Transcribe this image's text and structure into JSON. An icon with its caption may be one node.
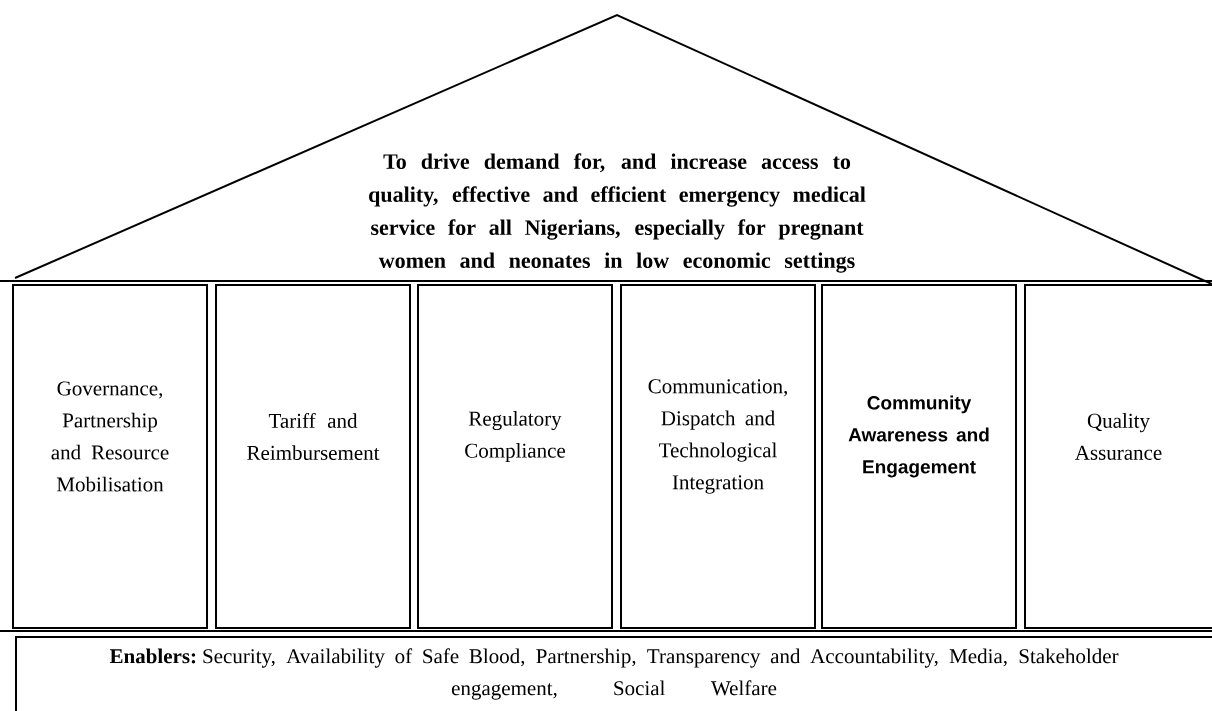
{
  "diagram": {
    "nodes": [
      {
        "text": [
          "To drive demand for, and increase access to quality, effective and efficient emergency medical service for all Nigerians, especially for pregnant women and neonates in low economic settings"
        ]
      },
      {
        "text": [
          "Governance, Partnership and Resource Mobilisation"
        ]
      },
      {
        "text": [
          "Tariff and Reimbursement"
        ]
      },
      {
        "text": [
          "Regulatory Compliance"
        ]
      },
      {
        "text": [
          "Communication, Dispatch and Technological Integration"
        ]
      },
      {
        "text": [
          "Community Awareness and Engagement"
        ]
      },
      {
        "text": [
          "Quality Assurance"
        ]
      },
      {
        "text": [
          "**Enablers:** Security, Availability of Safe Blood, Partnership, Transparency and Accountability, Media, Stakeholder engagement, Social Welfare"
        ]
      }
    ]
  }
}
